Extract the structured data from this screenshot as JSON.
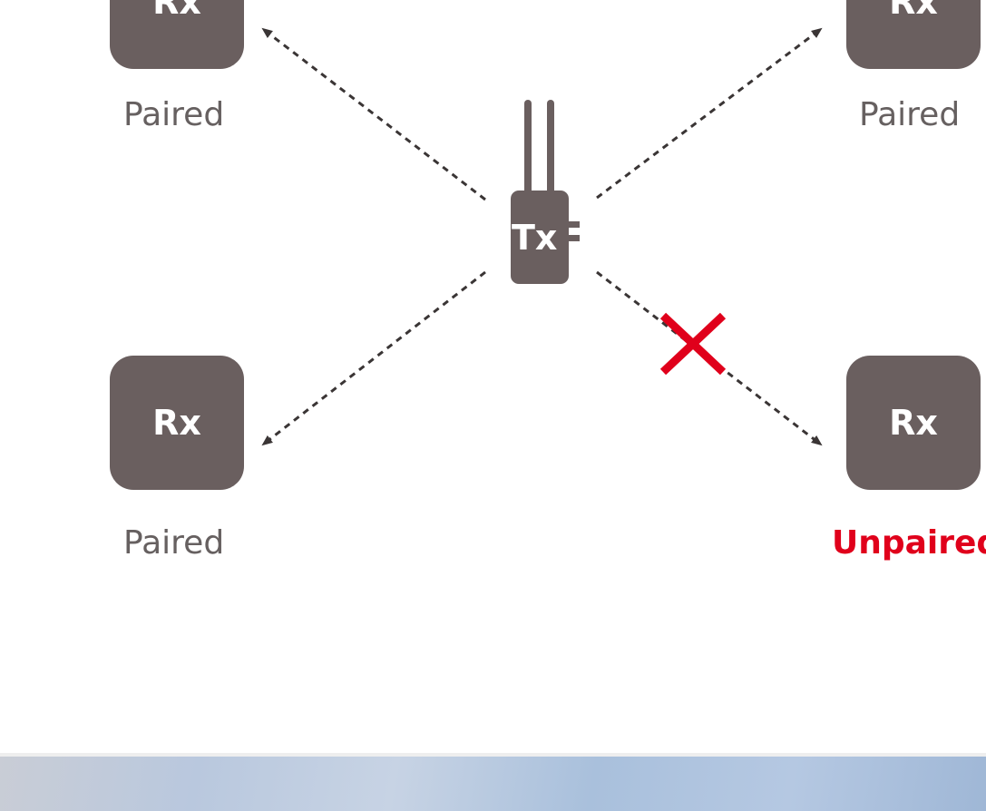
{
  "receivers": [
    {
      "label": "Rx",
      "status": "Paired"
    },
    {
      "label": "Rx",
      "status": "Paired"
    },
    {
      "label": "Rx",
      "status": "Paired"
    },
    {
      "label": "Rx",
      "status": "Unpaired"
    }
  ],
  "transmitter": {
    "label": "Tx"
  },
  "colors": {
    "device_fill": "#6a5f5f",
    "paired_text": "#666060",
    "unpaired_accent": "#e0001b",
    "link_line": "#3a3535"
  }
}
